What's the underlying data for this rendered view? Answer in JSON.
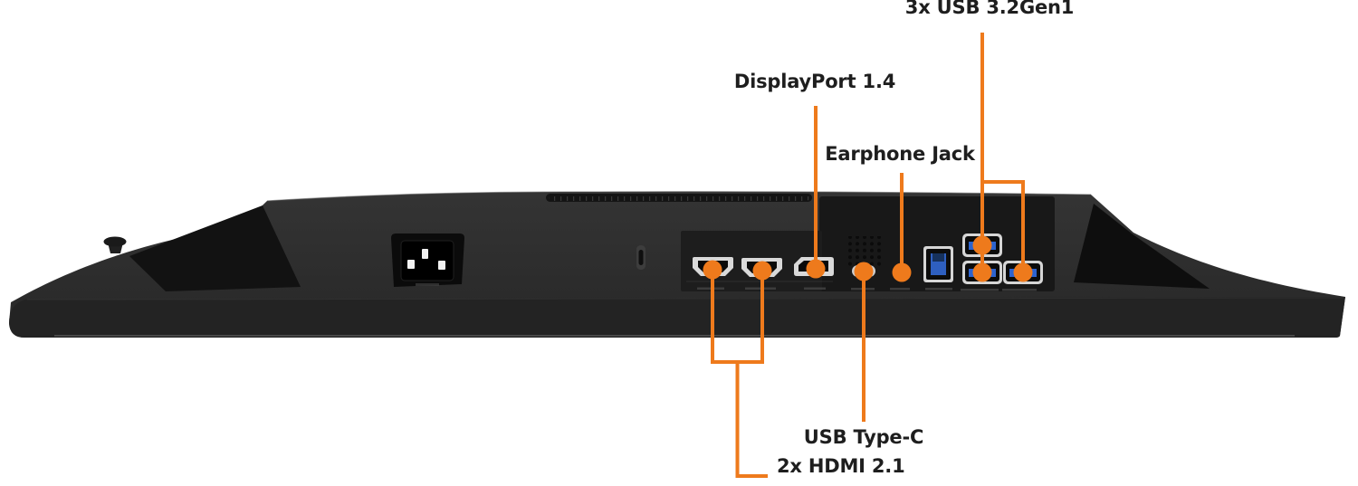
{
  "diagram": {
    "background": "#ffffff",
    "accent_color": "#ee7a1c",
    "label_color": "#1e1e1e",
    "callouts": {
      "usb": "3x USB 3.2Gen1",
      "displayport": "DisplayPort 1.4",
      "earphone": "Earphone Jack",
      "usb_c": "USB Type-C",
      "hdmi": "2x HDMI 2.1"
    }
  }
}
